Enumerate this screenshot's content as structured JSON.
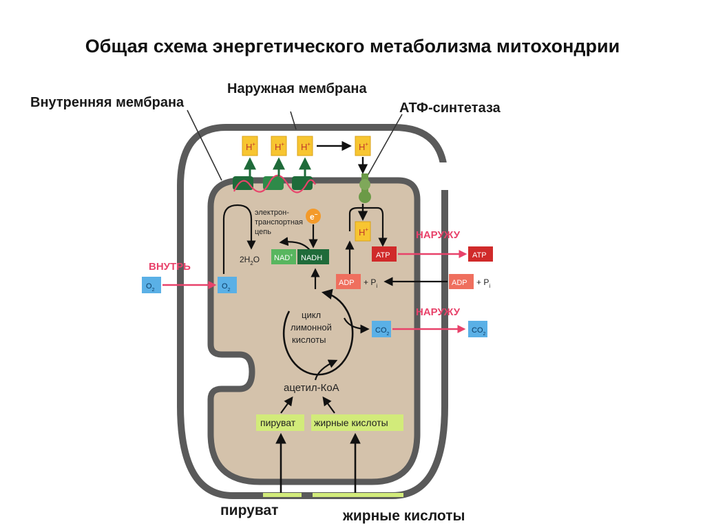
{
  "title": "Общая схема энергетического метаболизма митохондрии",
  "labels": {
    "inner_membrane": "Внутренняя мембрана",
    "outer_membrane": "Наружная мембрана",
    "atp_synthase": "АТФ-синтетаза",
    "bottom_pyruvate": "пируват",
    "bottom_fatty_acids": "жирные кислоты"
  },
  "diagram": {
    "h_ion": "H",
    "h_sup": "+",
    "electron": "e",
    "electron_sup": "−",
    "etc_line1": "электрон-",
    "etc_line2": "транспортная",
    "etc_line3": "цепь",
    "water": "2H",
    "water_sub": "2",
    "water_end": "O",
    "nad": "NAD",
    "nad_sup": "+",
    "nadh": "NADH",
    "inward": "ВНУТРЬ",
    "outward": "НАРУЖУ",
    "o2": "O",
    "o2_sub": "2",
    "atp": "ATP",
    "adp": "ADP",
    "plus_pi": "+ P",
    "pi_sub": "i",
    "co2": "CO",
    "co2_sub": "2",
    "cycle_line1": "цикл",
    "cycle_line2": "лимонной",
    "cycle_line3": "кислоты",
    "acetyl_coa": "ацетил-КоА",
    "pyruvate": "пируват",
    "fatty_acids": "жирные кислоты"
  },
  "colors": {
    "membrane": "#5a5a5a",
    "matrix": "#d4c2ab",
    "h_box": "#f7c531",
    "arrow_red": "#e8426a",
    "label_red": "#e8426a",
    "atp_box": "#d02a2a",
    "adp_box": "#ef6f5e",
    "green_dark": "#1f6b3a",
    "green_light": "#58b65f",
    "blue_box": "#5ab0e6",
    "yellow_green": "#d2eb7a"
  }
}
